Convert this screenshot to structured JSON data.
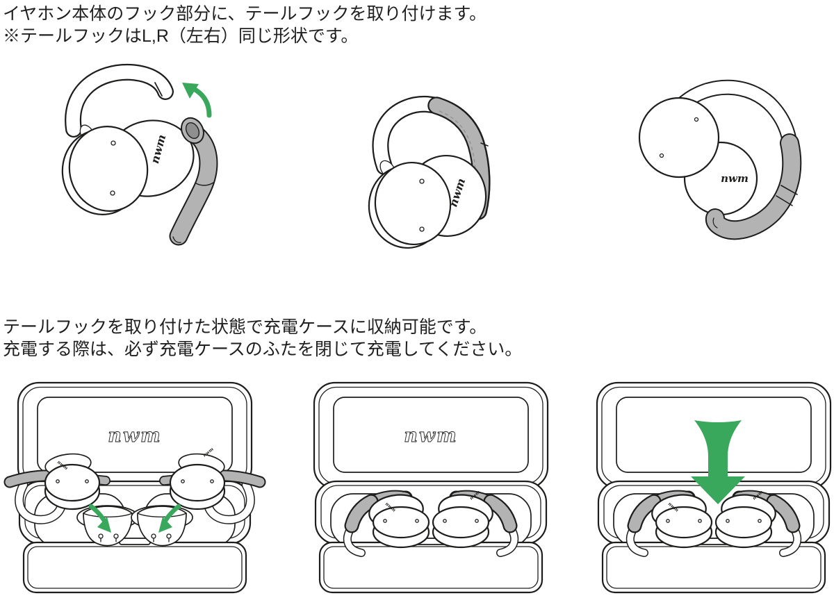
{
  "colors": {
    "background": "#ffffff",
    "line": "#1d1d1b",
    "text": "#1f1f1f",
    "accent_green": "#3aa85c",
    "hook_gray": "#b3b3b3"
  },
  "brand": {
    "logo": "nwm"
  },
  "instructions": {
    "attach": {
      "line1": "イヤホン本体のフック部分に、テールフックを取り付けます。",
      "line2": "※テールフックはL,R（左右）同じ形状です。"
    },
    "storage": {
      "line1": "テールフックを取り付けた状態で充電ケースに収納可能です。",
      "line2": "充電する際は、必ず充電ケースのふたを閉じて充電してください。"
    }
  }
}
